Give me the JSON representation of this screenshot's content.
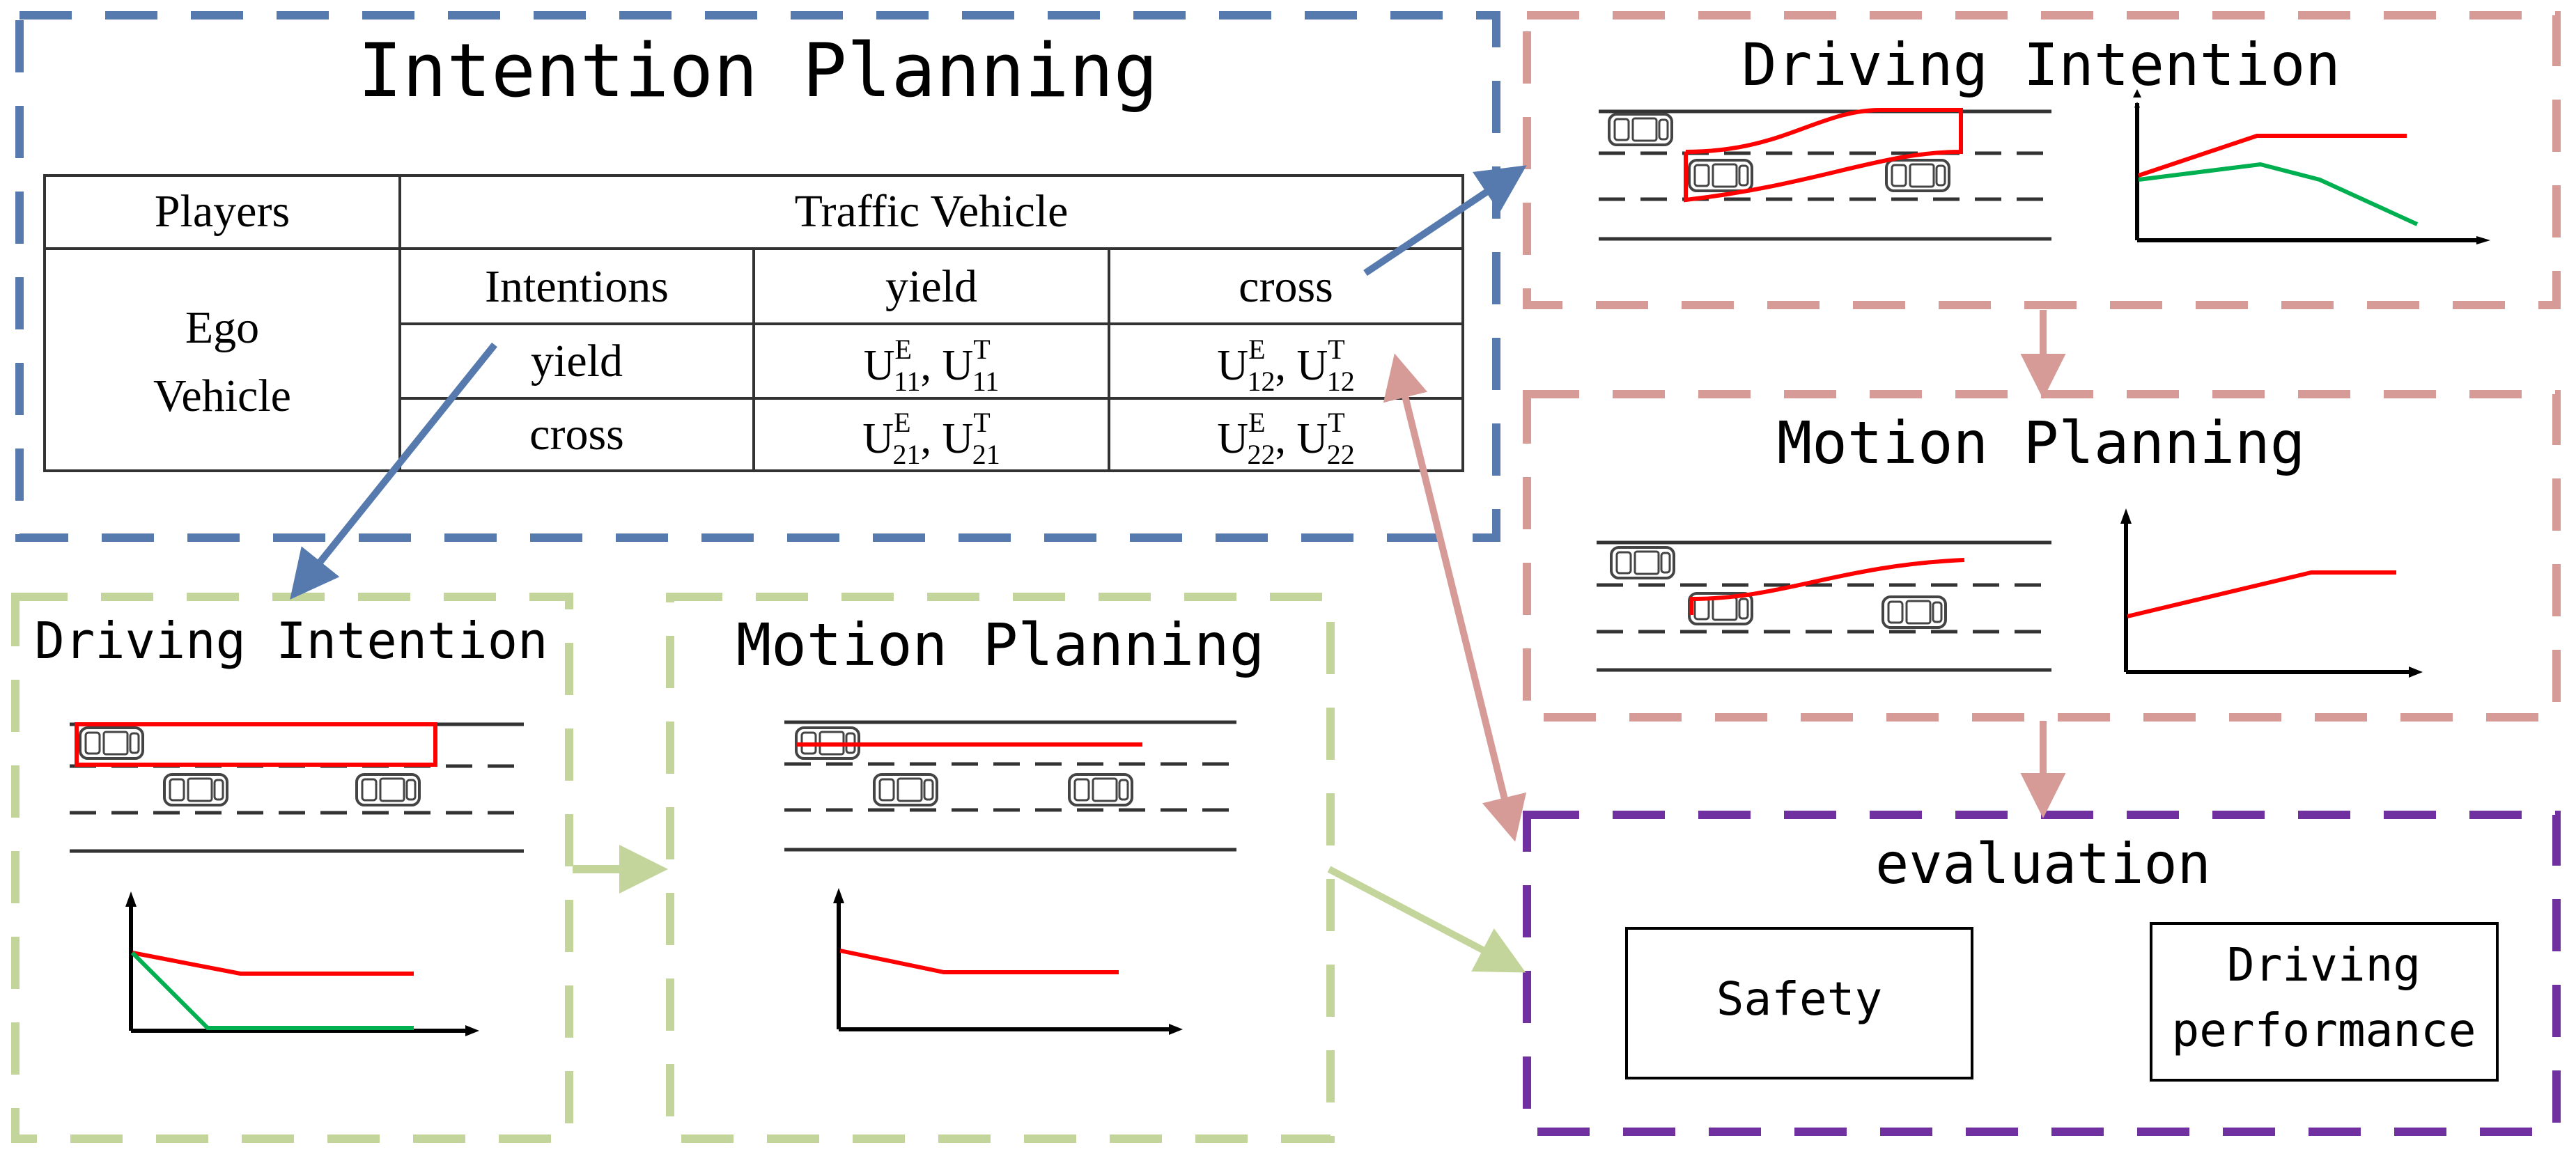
{
  "intention_planning": {
    "title": "Intention Planning",
    "table": {
      "players_header": "Players",
      "traffic_vehicle_header": "Traffic Vehicle",
      "ego_vehicle": [
        "Ego",
        "Vehicle"
      ],
      "intentions_label": "Intentions",
      "col_yield": "yield",
      "col_cross": "cross",
      "row_yield": "yield",
      "row_cross": "cross",
      "cells": {
        "yield_yield": {
          "e": "11",
          "t": "11"
        },
        "yield_cross": {
          "e": "12",
          "t": "12"
        },
        "cross_yield": {
          "e": "21",
          "t": "21"
        },
        "cross_cross": {
          "e": "22",
          "t": "22"
        }
      },
      "utility_letter": "U",
      "sup_ego": "E",
      "sup_traffic": "T"
    }
  },
  "cross_branch": {
    "driving_intention_title": "Driving Intention",
    "motion_planning_title": "Motion Planning"
  },
  "yield_branch": {
    "driving_intention_title": "Driving Intention",
    "motion_planning_title": "Motion Planning"
  },
  "evaluation": {
    "title": "evaluation",
    "safety": "Safety",
    "driving_performance": [
      "Driving",
      "performance"
    ]
  },
  "colors": {
    "blue_frame": "#5679AE",
    "pink_frame": "#D79B97",
    "green_frame": "#C3D59A",
    "purple_frame": "#7030A0",
    "trajectory_red": "#FF0000",
    "curve_green": "#00B050"
  }
}
